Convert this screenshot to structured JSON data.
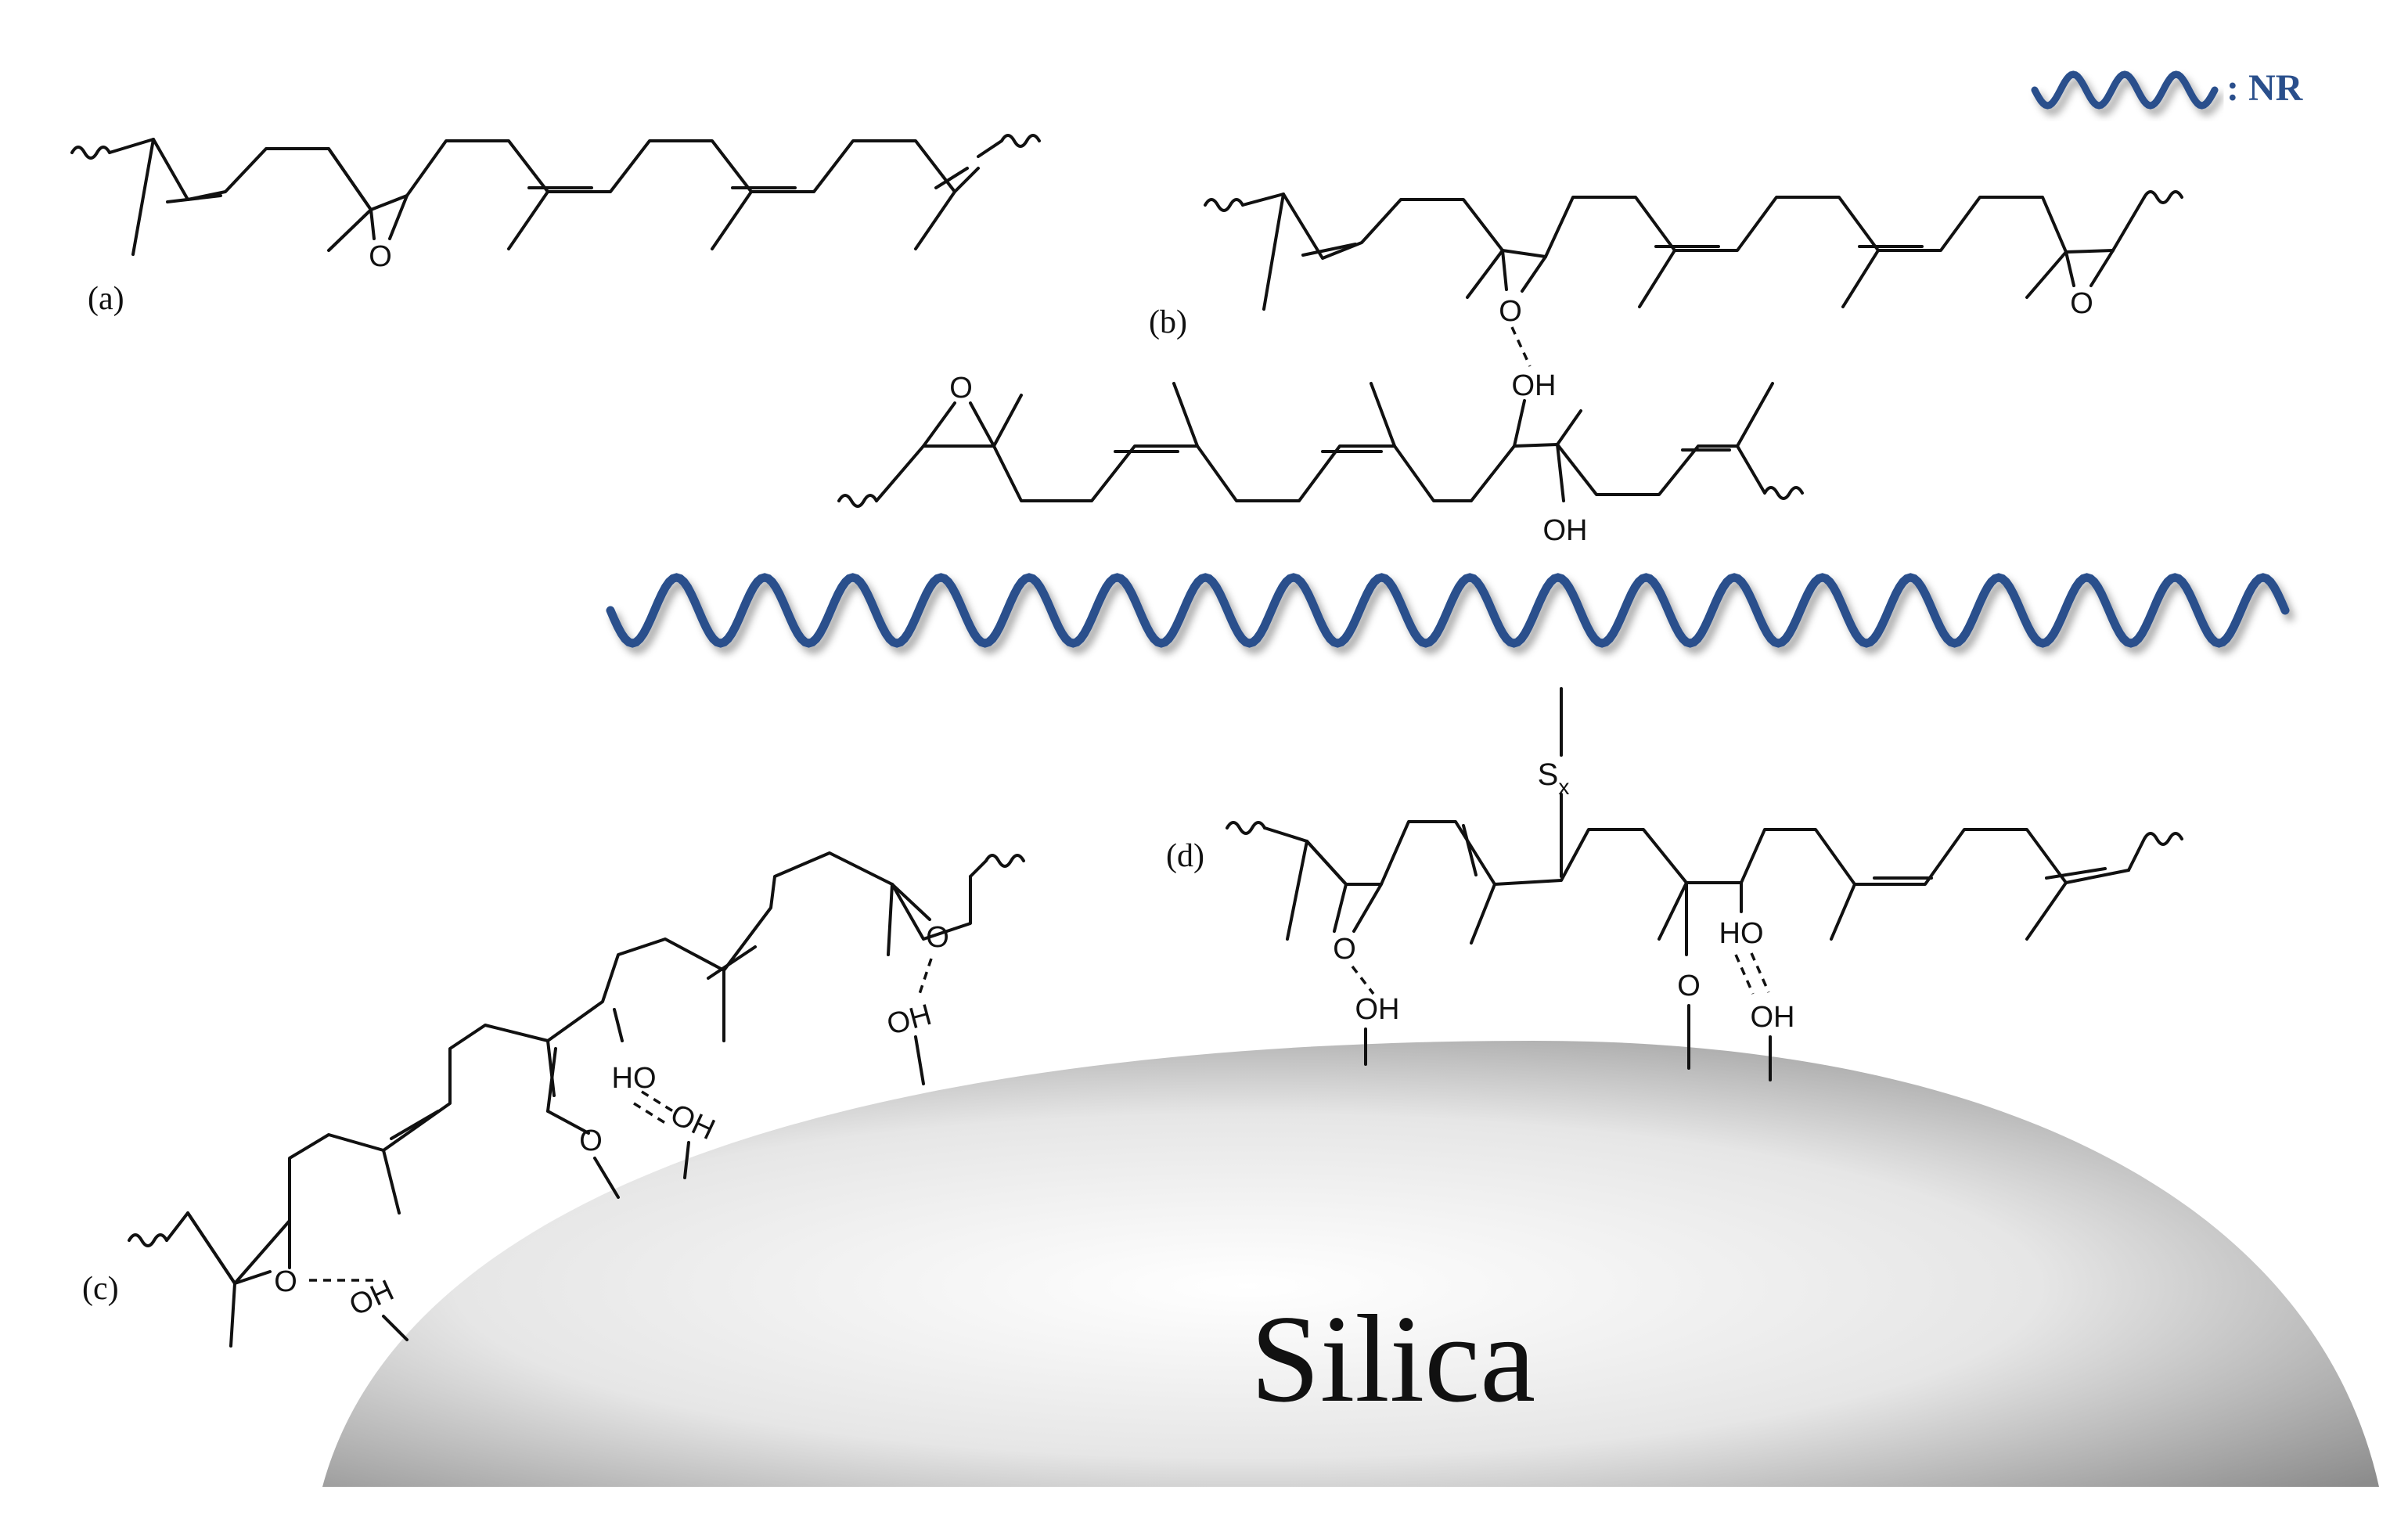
{
  "legend": {
    "symbol": "wavy-line-icon",
    "label": ": NR",
    "color": "#2a4f8c"
  },
  "panels": {
    "a": {
      "label": "(a)"
    },
    "b": {
      "label": "(b)",
      "atoms": [
        "O",
        "OH",
        "O",
        "O",
        "OH"
      ]
    },
    "c": {
      "label": "(c)",
      "atoms": [
        "O",
        "OH",
        "HO",
        "OH",
        "O",
        "O",
        "OH"
      ]
    },
    "d": {
      "label": "(d)",
      "atoms": [
        "O",
        "OH",
        "O",
        "HO",
        "OH"
      ],
      "sulfur": "S",
      "sulfur_sub": "x"
    }
  },
  "atoms_a": [
    "O"
  ],
  "silica": {
    "label": "Silica"
  },
  "colors": {
    "nr_chain": "#2a4f8c",
    "silica_light": "#ffffff",
    "silica_dark": "#8c8c8c",
    "bonds": "#111111"
  }
}
